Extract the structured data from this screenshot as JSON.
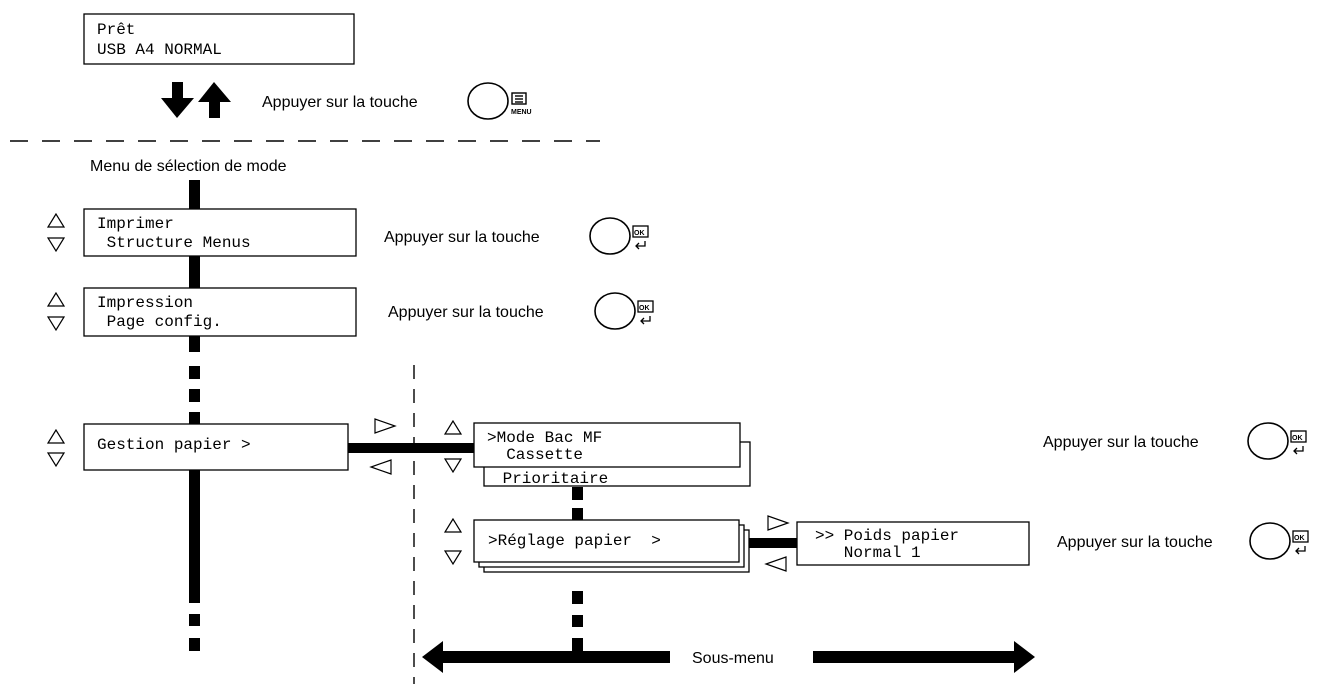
{
  "display": {
    "line1": "Prêt",
    "line2": "USB A4 NORMAL"
  },
  "menu_key_label": "MENU",
  "ok_key_label": "OK",
  "instruction": "Appuyer sur la touche",
  "mode_menu_title": "Menu de sélection de mode",
  "items": [
    {
      "line1": "Imprimer",
      "line2": " Structure Menus"
    },
    {
      "line1": "Impression",
      "line2": " Page config."
    },
    {
      "line1": "Gestion papier >",
      "line2": ""
    }
  ],
  "submenu": {
    "mode_bac": {
      "line1": ">Mode Bac MF",
      "line2": "  Cassette",
      "line3": " Prioritaire"
    },
    "reglage": {
      "line1": ">Réglage papier  >"
    },
    "poids": {
      "line1": ">> Poids papier",
      "line2": "   Normal 1"
    }
  },
  "submenu_label": "Sous-menu"
}
